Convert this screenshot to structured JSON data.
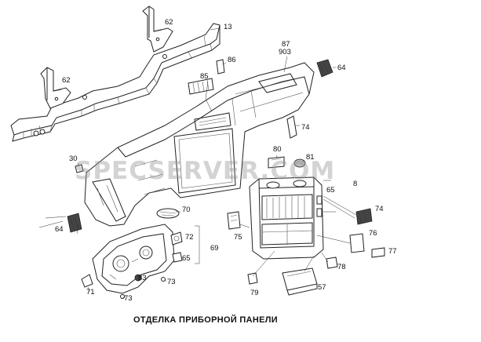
{
  "caption": "ОТДЕЛКА ПРИБОРНОЙ ПАНЕЛИ",
  "watermark": "SPECSERVER.COM",
  "callouts": {
    "c13": "13",
    "c62a": "62",
    "c62b": "62",
    "c87": "87",
    "c903": "903",
    "c86": "86",
    "c85": "85",
    "c64a": "64",
    "c74a": "74",
    "c80": "80",
    "c81": "81",
    "c30": "30",
    "c8": "8",
    "c65a": "65",
    "c74b": "74",
    "c70": "70",
    "c72": "72",
    "c65b": "65",
    "c69": "69",
    "c75": "75",
    "c76": "76",
    "c77": "77",
    "c64b": "64",
    "c78": "78",
    "c83": "83",
    "c73a": "73",
    "c73b": "73",
    "c71": "71",
    "c79": "79",
    "c57": "57"
  }
}
